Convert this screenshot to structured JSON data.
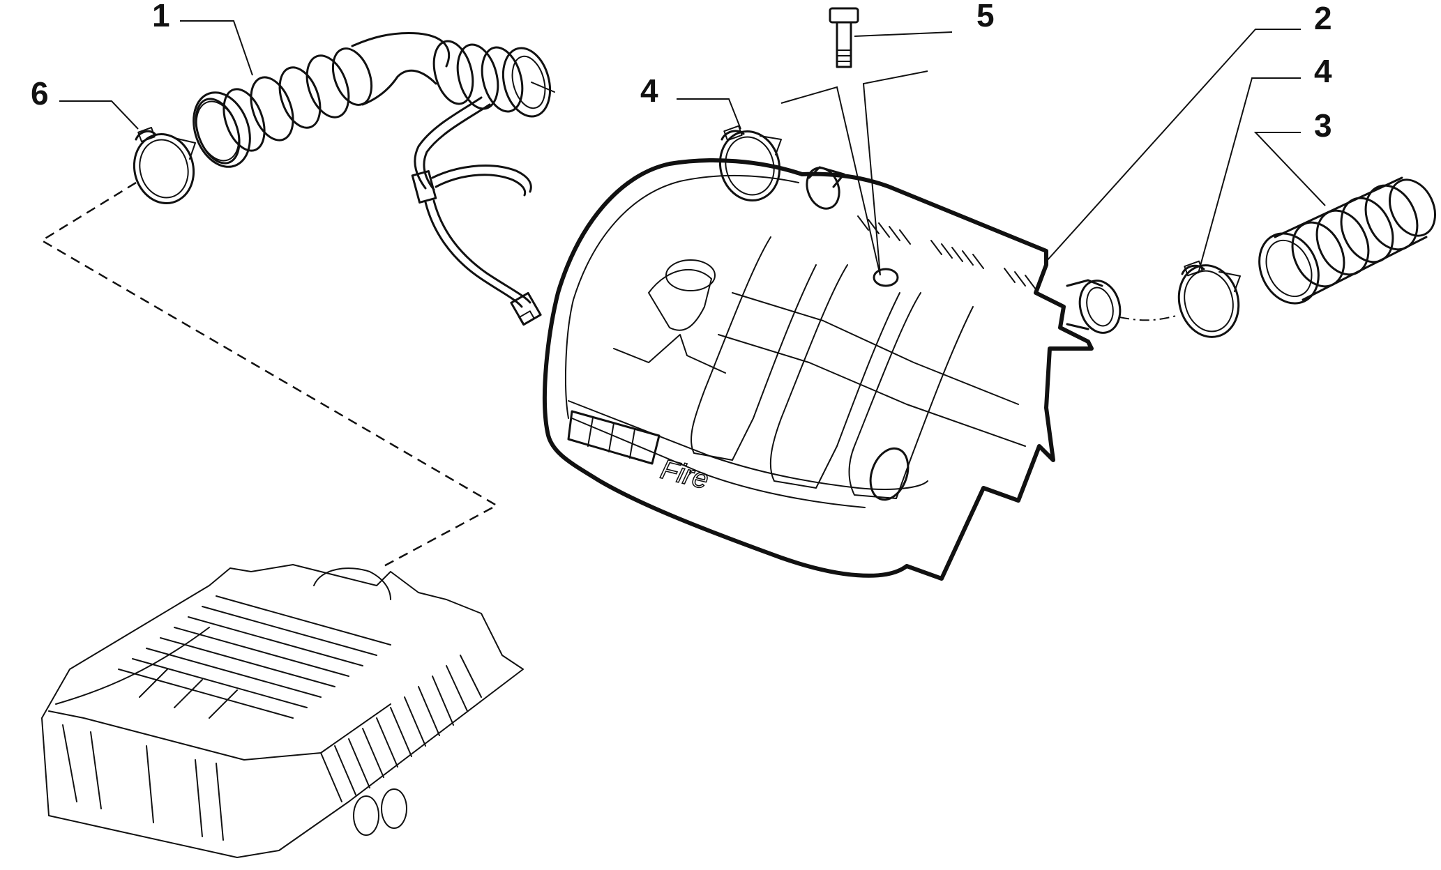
{
  "callouts": [
    {
      "id": "1",
      "label": "1"
    },
    {
      "id": "2",
      "label": "2"
    },
    {
      "id": "3",
      "label": "3"
    },
    {
      "id": "4a",
      "label": "4"
    },
    {
      "id": "4b",
      "label": "4"
    },
    {
      "id": "5",
      "label": "5"
    },
    {
      "id": "6",
      "label": "6"
    }
  ],
  "cover_marking": "Fire"
}
